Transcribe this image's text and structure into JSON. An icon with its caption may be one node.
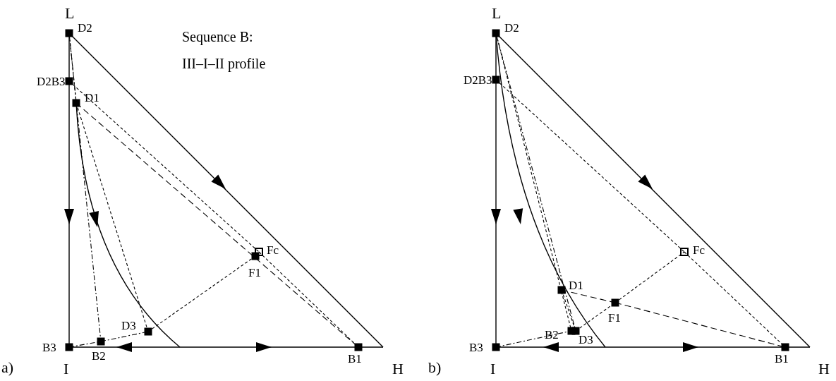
{
  "diagram": {
    "labels": [
      "L",
      "D2",
      "Sequence B:",
      "III–I–II profile",
      "D2B3",
      "D1",
      "Fc",
      "F1",
      "D3",
      "B3",
      "B2",
      "B1",
      "a)",
      "I",
      "H",
      "L",
      "D2",
      "D2B3",
      "Fc",
      "D1",
      "F1",
      "B2",
      "D3",
      "B3",
      "B1",
      "b)",
      "I",
      "H"
    ]
  }
}
